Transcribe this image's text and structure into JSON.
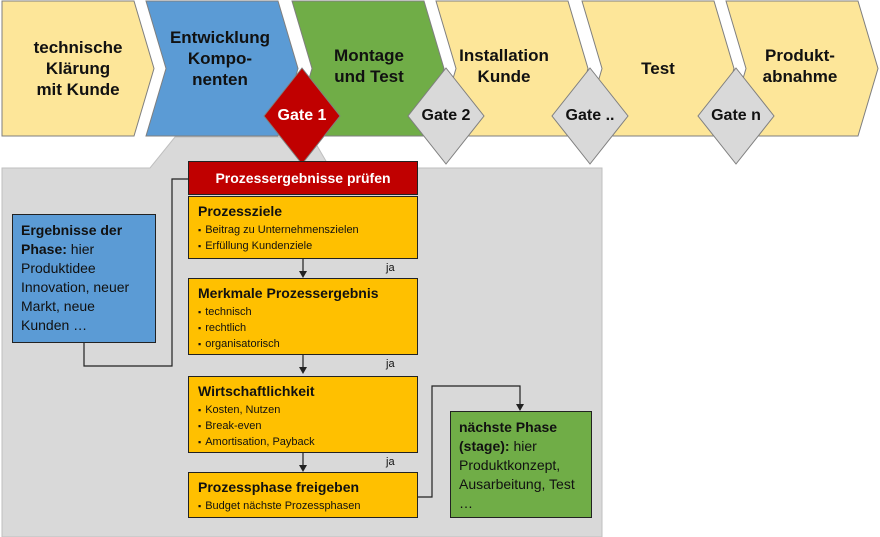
{
  "phases": [
    {
      "label": "technische\nKlärung\nmit Kunde",
      "color": "#fde699"
    },
    {
      "label": "Entwicklung\nKompo-\nnenten",
      "color": "#5b9bd5"
    },
    {
      "label": "Montage\nund Test",
      "color": "#70ad47"
    },
    {
      "label": "Installation\nKunde",
      "color": "#fde699"
    },
    {
      "label": "Test",
      "color": "#fde699"
    },
    {
      "label": "Produkt-\nabnahme",
      "color": "#fde699"
    }
  ],
  "gates": [
    {
      "label": "Gate 1",
      "color": "#c00000",
      "active": true
    },
    {
      "label": "Gate 2",
      "color": "#d9d9d9",
      "active": false
    },
    {
      "label": "Gate ..",
      "color": "#d9d9d9",
      "active": false
    },
    {
      "label": "Gate n",
      "color": "#d9d9d9",
      "active": false
    }
  ],
  "review": {
    "header": "Prozessergebnisse prüfen",
    "cards": [
      {
        "title": "Prozessziele",
        "items": [
          "Beitrag zu Unternehmenszielen",
          "Erfüllung  Kundenziele"
        ]
      },
      {
        "title": "Merkmale Prozessergebnis",
        "items": [
          "technisch",
          "rechtlich",
          "organisatorisch"
        ]
      },
      {
        "title": "Wirtschaftlichkeit",
        "items": [
          "Kosten, Nutzen",
          "Break-even",
          "Amortisation, Payback"
        ]
      },
      {
        "title": "Prozessphase freigeben",
        "items": [
          "Budget nächste Prozessphasen"
        ]
      }
    ],
    "yes_label": "ja"
  },
  "input_box": {
    "bold": "Ergebnisse der Phase:",
    "text": " hier Produktidee Innovation,  neuer Markt, neue Kunden …"
  },
  "output_box": {
    "bold": "nächste Phase (stage):",
    "text": " hier Produktkonzept, Ausarbeitung, Test …"
  },
  "colors": {
    "panel": "#d9d9d9",
    "arrow_border": "#7f7f7f"
  }
}
